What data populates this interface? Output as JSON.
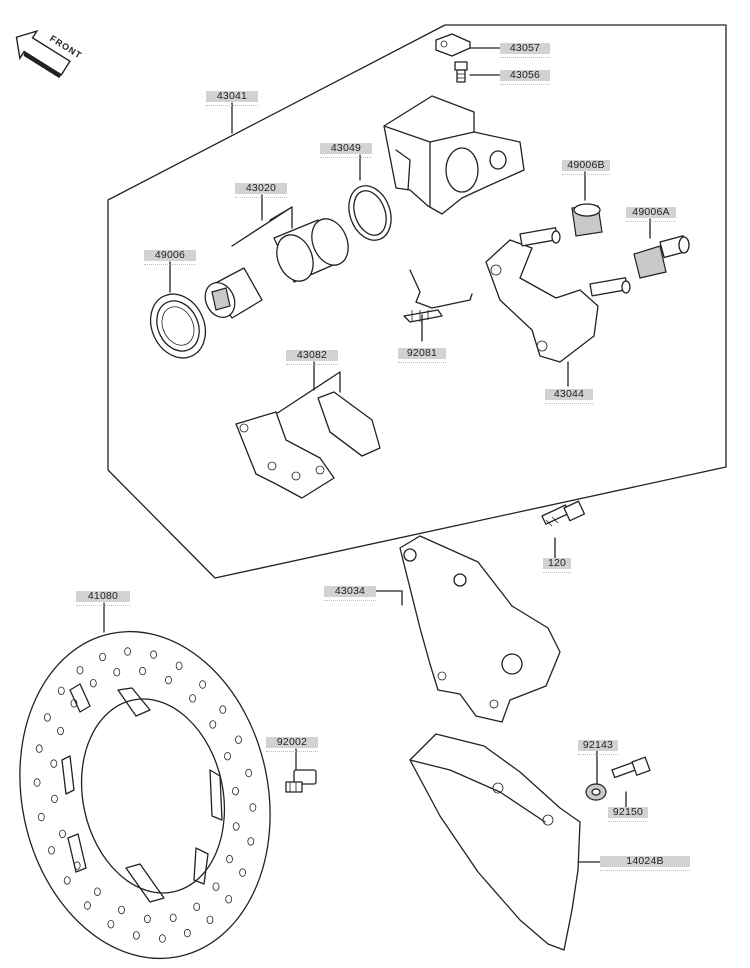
{
  "front_marker": {
    "text": "FRONT"
  },
  "parts": [
    {
      "id": "p43057",
      "number": "43057"
    },
    {
      "id": "p43056",
      "number": "43056"
    },
    {
      "id": "p43041",
      "number": "43041"
    },
    {
      "id": "p43049",
      "number": "43049"
    },
    {
      "id": "p43020",
      "number": "43020"
    },
    {
      "id": "p49006B",
      "number": "49006B"
    },
    {
      "id": "p49006A",
      "number": "49006A"
    },
    {
      "id": "p49006",
      "number": "49006"
    },
    {
      "id": "p92081",
      "number": "92081"
    },
    {
      "id": "p43082",
      "number": "43082"
    },
    {
      "id": "p43044",
      "number": "43044"
    },
    {
      "id": "p120",
      "number": "120"
    },
    {
      "id": "p43034",
      "number": "43034"
    },
    {
      "id": "p41080",
      "number": "41080"
    },
    {
      "id": "p92002",
      "number": "92002"
    },
    {
      "id": "p92143",
      "number": "92143"
    },
    {
      "id": "p92150",
      "number": "92150"
    },
    {
      "id": "p14024B",
      "number": "14024B"
    }
  ]
}
